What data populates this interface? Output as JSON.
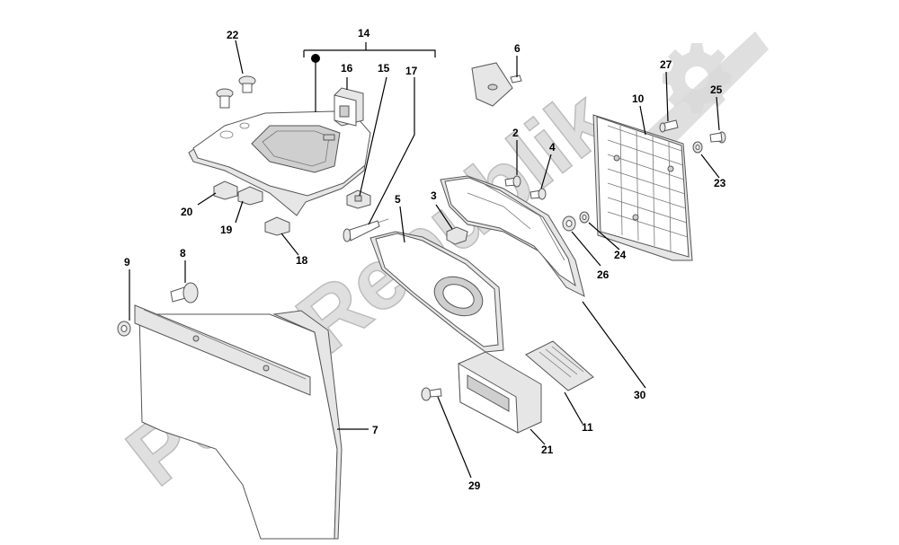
{
  "watermark": {
    "text": "PartsRepublik",
    "icon": "gear-icon",
    "color": "#d9d9d9"
  },
  "callouts": {
    "c2": "2",
    "c3": "3",
    "c4": "4",
    "c5": "5",
    "c6": "6",
    "c7": "7",
    "c8": "8",
    "c9": "9",
    "c10": "10",
    "c11": "11",
    "c14": "14",
    "c15": "15",
    "c16": "16",
    "c17": "17",
    "c18": "18",
    "c19": "19",
    "c20": "20",
    "c21": "21",
    "c22": "22",
    "c23": "23",
    "c24": "24",
    "c25": "25",
    "c26": "26",
    "c27": "27",
    "c29": "29",
    "c30": "30"
  }
}
